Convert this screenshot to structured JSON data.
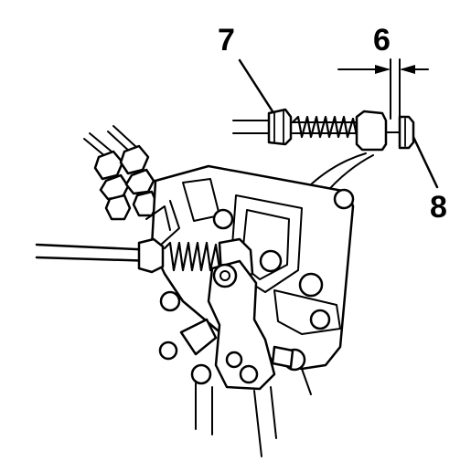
{
  "callouts": {
    "item_7": "7",
    "item_6": "6",
    "item_8": "8"
  },
  "colors": {
    "ink": "#000000",
    "paper": "#ffffff"
  }
}
